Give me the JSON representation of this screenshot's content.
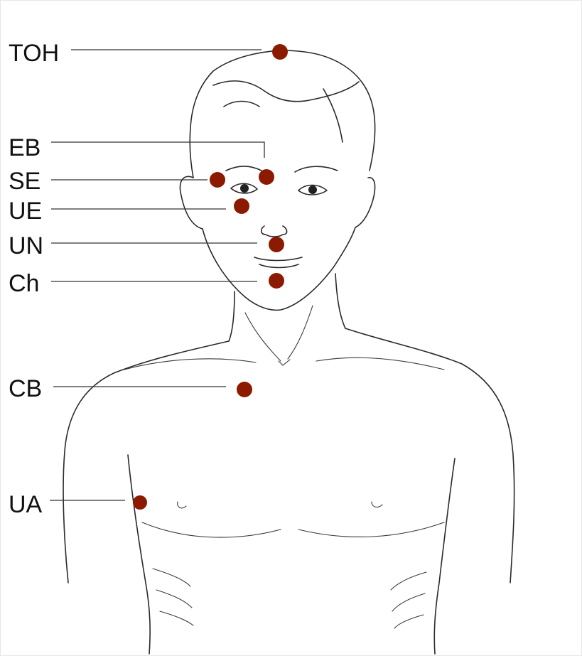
{
  "figure": {
    "point_color": "#8b1a00",
    "points": [
      {
        "label": "TOH"
      },
      {
        "label": "EB"
      },
      {
        "label": "SE"
      },
      {
        "label": "UE"
      },
      {
        "label": "UN"
      },
      {
        "label": "Ch"
      },
      {
        "label": "CB"
      },
      {
        "label": "UA"
      }
    ]
  }
}
